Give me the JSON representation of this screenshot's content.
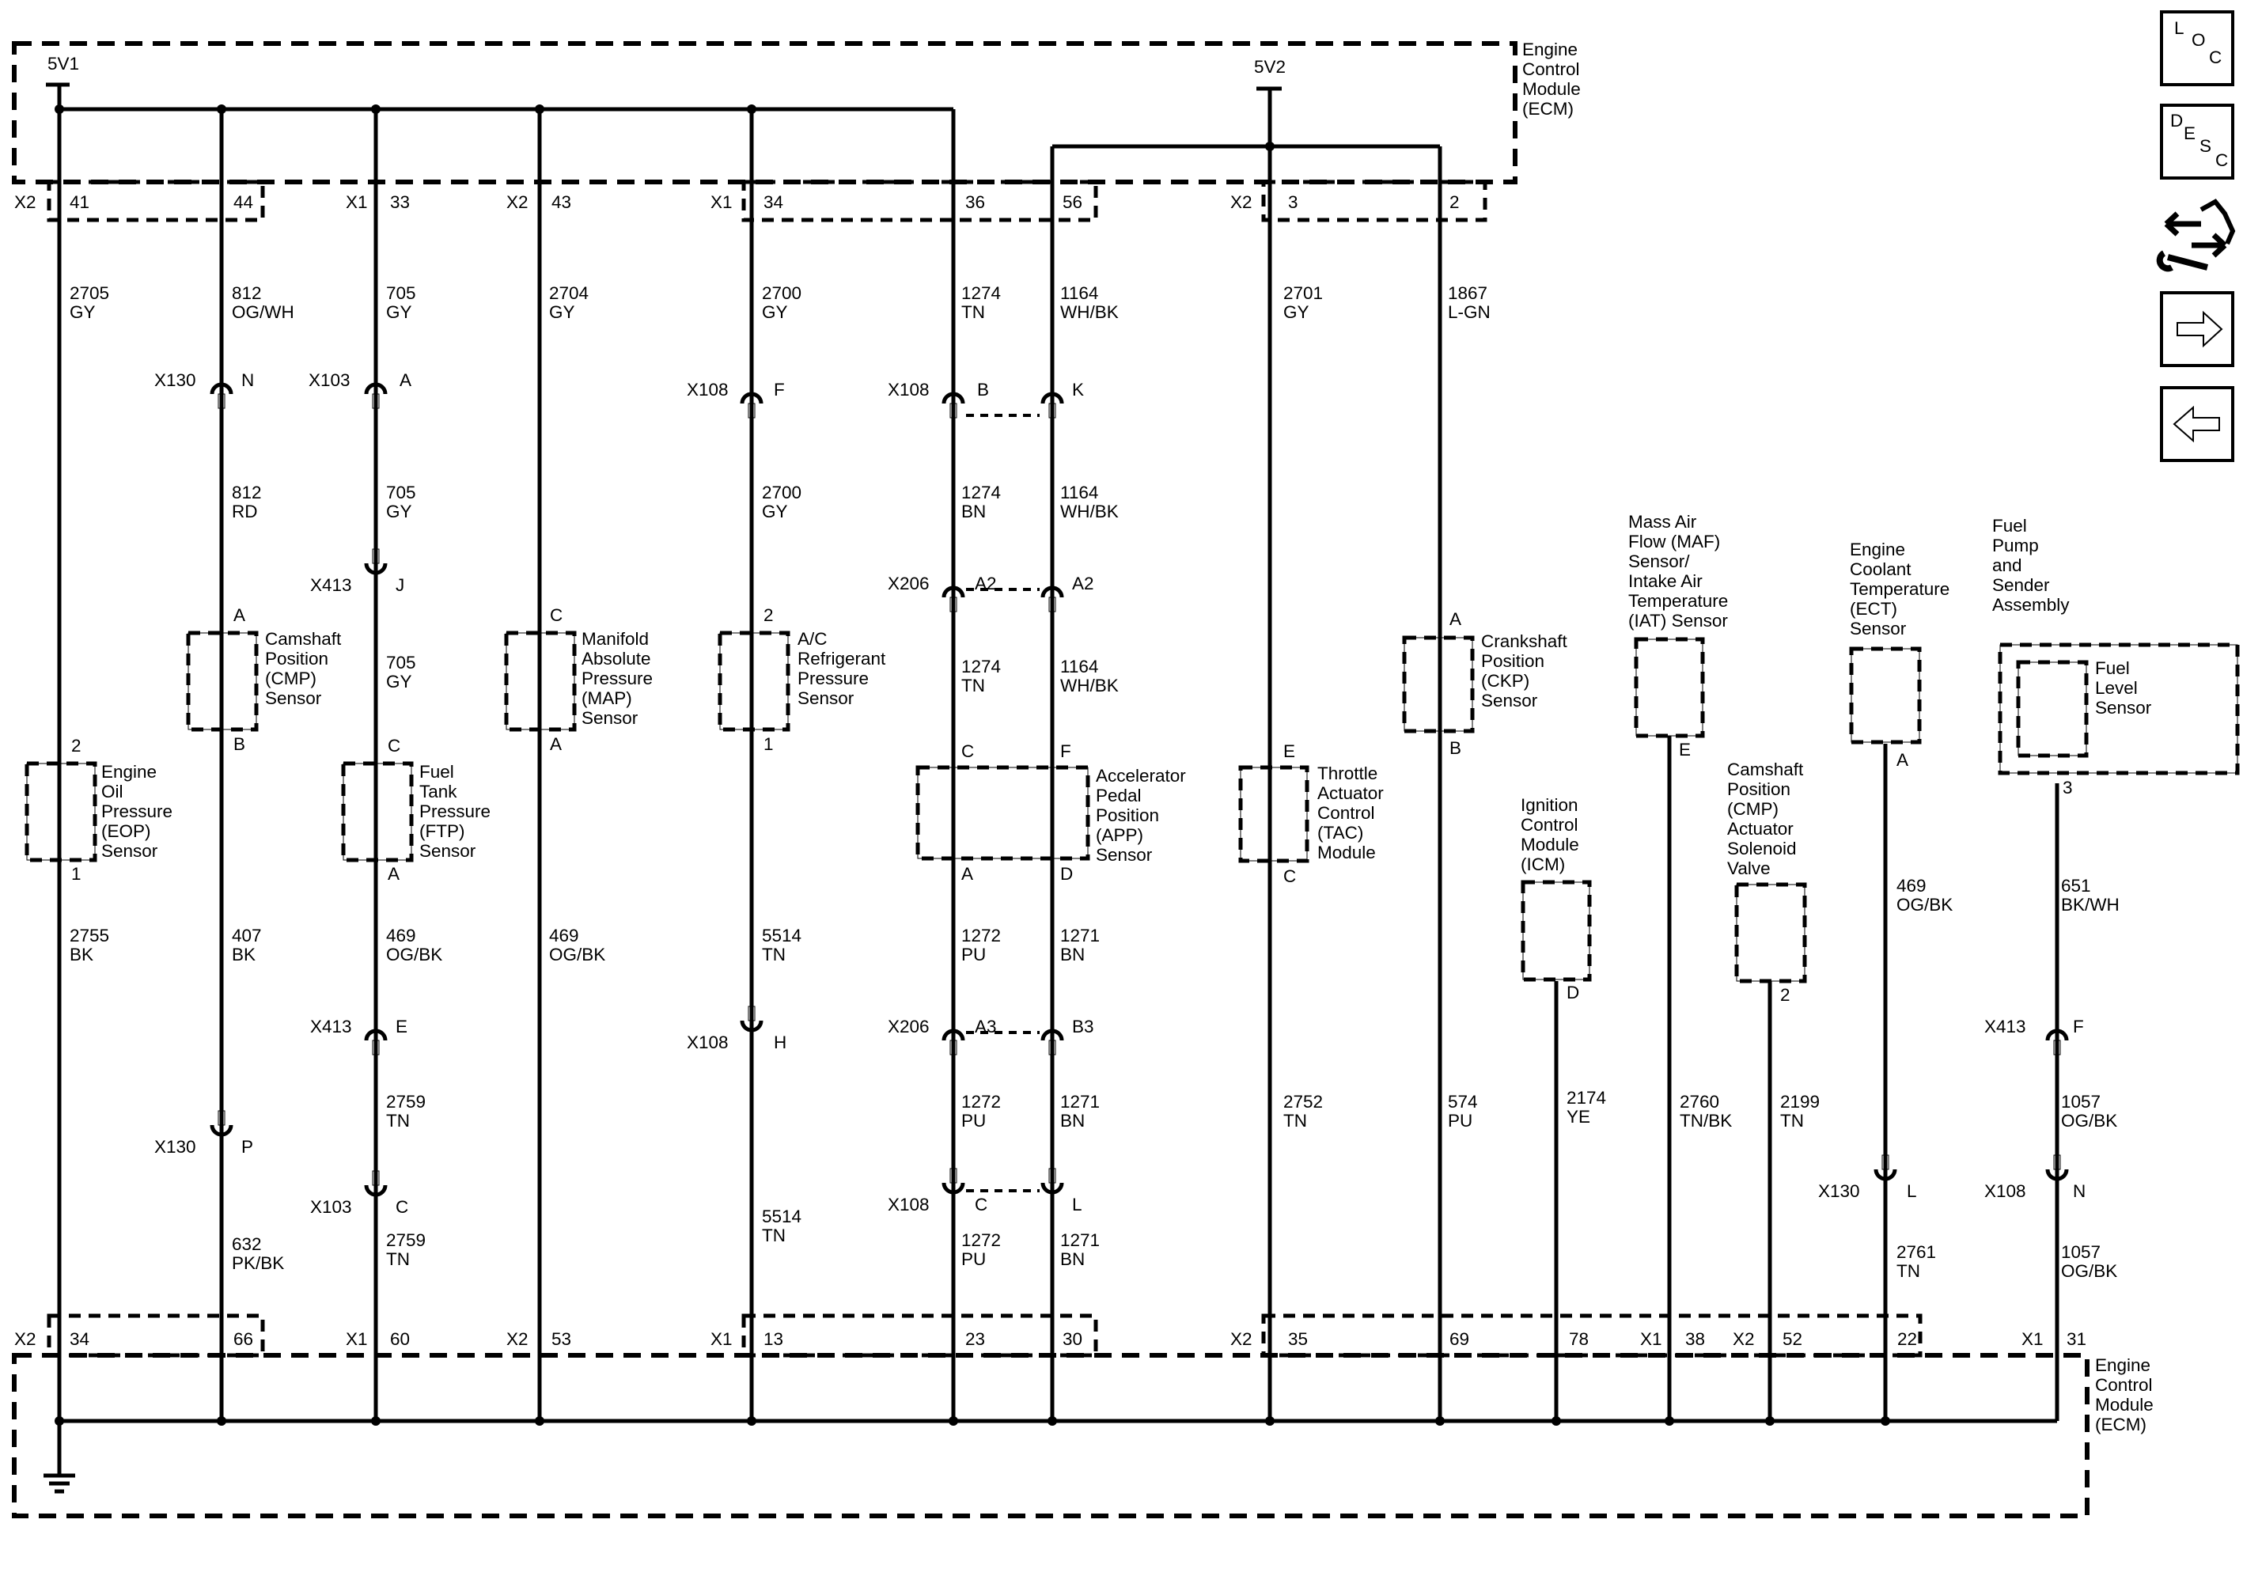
{
  "ecm": {
    "top_label": [
      "Engine",
      "Control",
      "Module",
      "(ECM)"
    ],
    "bottom_label": [
      "Engine",
      "Control",
      "Module",
      "(ECM)"
    ],
    "supply_5v1": "5V1",
    "supply_5v2": "5V2"
  },
  "nav": {
    "loc": [
      "L",
      "O",
      "C"
    ],
    "desc": [
      "D",
      "E",
      "S",
      "C"
    ]
  },
  "top_pins": [
    {
      "conn": "X2",
      "pin": "41"
    },
    {
      "pin": "44"
    },
    {
      "conn": "X1",
      "pin": "33"
    },
    {
      "conn": "X2",
      "pin": "43"
    },
    {
      "conn": "X1",
      "pin": "34"
    },
    {
      "pin": "36"
    },
    {
      "pin": "56"
    },
    {
      "conn": "X2",
      "pin": "3"
    },
    {
      "pin": "2"
    }
  ],
  "bottom_pins": [
    {
      "conn": "X2",
      "pin": "34"
    },
    {
      "pin": "66"
    },
    {
      "conn": "X1",
      "pin": "60"
    },
    {
      "conn": "X2",
      "pin": "53"
    },
    {
      "conn": "X1",
      "pin": "13"
    },
    {
      "pin": "23"
    },
    {
      "pin": "30"
    },
    {
      "conn": "X2",
      "pin": "35"
    },
    {
      "pin": "69"
    },
    {
      "pin": "78"
    },
    {
      "conn": "X1",
      "pin": "38"
    },
    {
      "conn": "X2",
      "pin": "52"
    },
    {
      "pin": "22"
    },
    {
      "conn": "X1",
      "pin": "31"
    }
  ],
  "wires": [
    {
      "circuit": "2705",
      "color": "GY"
    },
    {
      "circuit": "2755",
      "color": "BK"
    },
    {
      "circuit": "812",
      "color": "OG/WH"
    },
    {
      "circuit": "812",
      "color": "RD"
    },
    {
      "circuit": "407",
      "color": "BK"
    },
    {
      "circuit": "632",
      "color": "PK/BK"
    },
    {
      "circuit": "705",
      "color": "GY"
    },
    {
      "circuit": "705",
      "color": "GY"
    },
    {
      "circuit": "705",
      "color": "GY"
    },
    {
      "circuit": "469",
      "color": "OG/BK"
    },
    {
      "circuit": "2759",
      "color": "TN"
    },
    {
      "circuit": "2759",
      "color": "TN"
    },
    {
      "circuit": "2704",
      "color": "GY"
    },
    {
      "circuit": "469",
      "color": "OG/BK"
    },
    {
      "circuit": "2700",
      "color": "GY"
    },
    {
      "circuit": "2700",
      "color": "GY"
    },
    {
      "circuit": "5514",
      "color": "TN"
    },
    {
      "circuit": "5514",
      "color": "TN"
    },
    {
      "circuit": "1274",
      "color": "TN"
    },
    {
      "circuit": "1274",
      "color": "BN"
    },
    {
      "circuit": "1274",
      "color": "TN"
    },
    {
      "circuit": "1272",
      "color": "PU"
    },
    {
      "circuit": "1272",
      "color": "PU"
    },
    {
      "circuit": "1272",
      "color": "PU"
    },
    {
      "circuit": "1164",
      "color": "WH/BK"
    },
    {
      "circuit": "1164",
      "color": "WH/BK"
    },
    {
      "circuit": "1164",
      "color": "WH/BK"
    },
    {
      "circuit": "1271",
      "color": "BN"
    },
    {
      "circuit": "1271",
      "color": "BN"
    },
    {
      "circuit": "1271",
      "color": "BN"
    },
    {
      "circuit": "2701",
      "color": "GY"
    },
    {
      "circuit": "2752",
      "color": "TN"
    },
    {
      "circuit": "1867",
      "color": "L-GN"
    },
    {
      "circuit": "574",
      "color": "PU"
    },
    {
      "circuit": "2174",
      "color": "YE"
    },
    {
      "circuit": "2760",
      "color": "TN/BK"
    },
    {
      "circuit": "2199",
      "color": "TN"
    },
    {
      "circuit": "469",
      "color": "OG/BK"
    },
    {
      "circuit": "2761",
      "color": "TN"
    },
    {
      "circuit": "651",
      "color": "BK/WH"
    },
    {
      "circuit": "1057",
      "color": "OG/BK"
    },
    {
      "circuit": "1057",
      "color": "OG/BK"
    }
  ],
  "connectors": [
    {
      "name": "X130",
      "pin": "N"
    },
    {
      "name": "X103",
      "pin": "A"
    },
    {
      "name": "X108",
      "pin": "F"
    },
    {
      "name": "X108",
      "pin": "B"
    },
    {
      "pin": "K"
    },
    {
      "name": "X413",
      "pin": "J"
    },
    {
      "name": "X206",
      "pin": "A2"
    },
    {
      "pin": "A2"
    },
    {
      "name": "X413",
      "pin": "E"
    },
    {
      "name": "X108",
      "pin": "H"
    },
    {
      "name": "X206",
      "pin": "A3"
    },
    {
      "pin": "B3"
    },
    {
      "name": "X130",
      "pin": "P"
    },
    {
      "name": "X103",
      "pin": "C"
    },
    {
      "name": "X108",
      "pin": "C"
    },
    {
      "pin": "L"
    },
    {
      "name": "X413",
      "pin": "F"
    },
    {
      "name": "X130",
      "pin": "L"
    },
    {
      "name": "X108",
      "pin": "N"
    }
  ],
  "components": [
    {
      "label": [
        "Engine",
        "Oil",
        "Pressure",
        "(EOP)",
        "Sensor"
      ],
      "pins": [
        "2",
        "1"
      ]
    },
    {
      "label": [
        "Camshaft",
        "Position",
        "(CMP)",
        "Sensor"
      ],
      "pins": [
        "A",
        "B"
      ]
    },
    {
      "label": [
        "Fuel",
        "Tank",
        "Pressure",
        "(FTP)",
        "Sensor"
      ],
      "pins": [
        "C",
        "A"
      ]
    },
    {
      "label": [
        "Manifold",
        "Absolute",
        "Pressure",
        "(MAP)",
        "Sensor"
      ],
      "pins": [
        "C",
        "A"
      ]
    },
    {
      "label": [
        "A/C",
        "Refrigerant",
        "Pressure",
        "Sensor"
      ],
      "pins": [
        "2",
        "1"
      ]
    },
    {
      "label": [
        "Accelerator",
        "Pedal",
        "Position",
        "(APP)",
        "Sensor"
      ],
      "pins": [
        "C",
        "F",
        "A",
        "D"
      ]
    },
    {
      "label": [
        "Throttle",
        "Actuator",
        "Control",
        "(TAC)",
        "Module"
      ],
      "pins": [
        "E",
        "C"
      ]
    },
    {
      "label": [
        "Crankshaft",
        "Position",
        "(CKP)",
        "Sensor"
      ],
      "pins": [
        "A",
        "B"
      ]
    },
    {
      "label": [
        "Ignition",
        "Control",
        "Module",
        "(ICM)"
      ],
      "pins": [
        "D"
      ]
    },
    {
      "label": [
        "Mass Air",
        "Flow (MAF)",
        "Sensor/",
        "Intake Air",
        "Temperature",
        "(IAT) Sensor"
      ],
      "pins": [
        "E"
      ]
    },
    {
      "label": [
        "Camshaft",
        "Position",
        "(CMP)",
        "Actuator",
        "Solenoid",
        "Valve"
      ],
      "pins": [
        "2"
      ]
    },
    {
      "label": [
        "Engine",
        "Coolant",
        "Temperature",
        "(ECT)",
        "Sensor"
      ],
      "pins": [
        "A"
      ]
    },
    {
      "label": [
        "Fuel",
        "Pump",
        "and",
        "Sender",
        "Assembly"
      ],
      "pins": []
    },
    {
      "label": [
        "Fuel",
        "Level",
        "Sensor"
      ],
      "pins": [
        "3"
      ]
    }
  ]
}
